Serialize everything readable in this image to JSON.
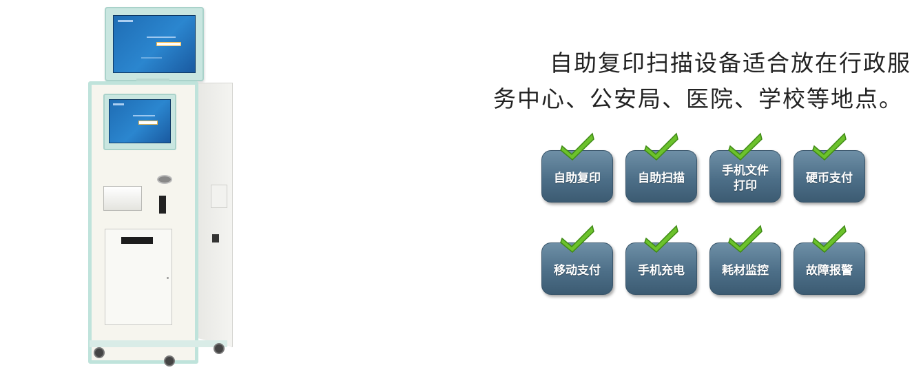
{
  "headline": {
    "line1": "自助复印扫描设备适合放在行政服",
    "line2": "务中心、公安局、医院、学校等地点。"
  },
  "features": [
    {
      "label": "自助复印",
      "icon": "checkmark-icon"
    },
    {
      "label": "自助扫描",
      "icon": "checkmark-icon"
    },
    {
      "label": "手机文件打印",
      "icon": "checkmark-icon"
    },
    {
      "label": "硬币支付",
      "icon": "checkmark-icon"
    },
    {
      "label": "移动支付",
      "icon": "checkmark-icon"
    },
    {
      "label": "手机充电",
      "icon": "checkmark-icon"
    },
    {
      "label": "耗材监控",
      "icon": "checkmark-icon"
    },
    {
      "label": "故障报警",
      "icon": "checkmark-icon"
    }
  ],
  "colors": {
    "tile": "#4d6f88",
    "check": "#6cc22c",
    "kiosk_trim": "#bfe3db",
    "text": "#222222"
  }
}
